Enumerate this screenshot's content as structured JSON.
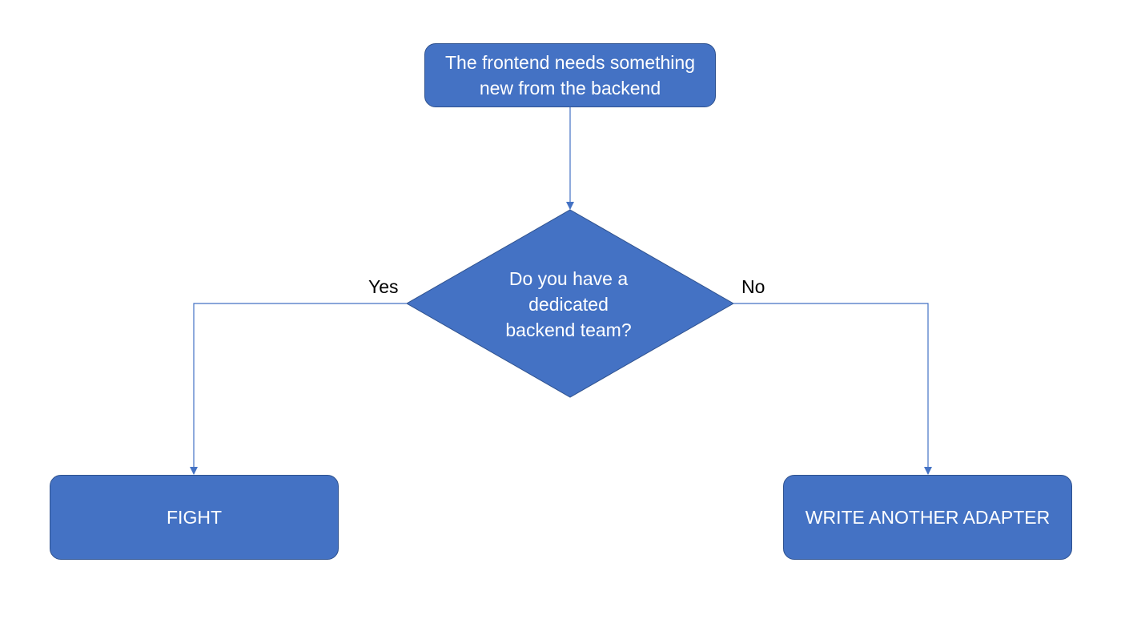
{
  "colors": {
    "node_fill": "#4472c4",
    "node_border": "#2f528f",
    "connector": "#4472c4",
    "node_text": "#ffffff",
    "label_text": "#000000"
  },
  "nodes": {
    "start": "The frontend needs something\nnew from the backend",
    "decision": "Do you have a\ndedicated\nbackend team?",
    "yes_outcome": "FIGHT",
    "no_outcome": "WRITE ANOTHER ADAPTER"
  },
  "edges": {
    "yes_label": "Yes",
    "no_label": "No"
  }
}
